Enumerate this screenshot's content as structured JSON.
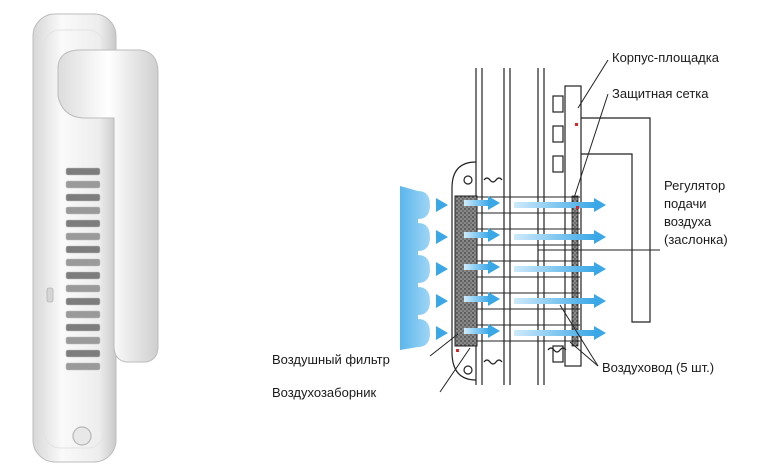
{
  "labels": {
    "housing": "Корпус-площадка",
    "mesh": "Защитная сетка",
    "regulator": [
      "Регулятор",
      "подачи",
      "воздуха",
      "(заслонка)"
    ],
    "filter": "Воздушный фильтр",
    "intake": "Воздухозаборник",
    "duct": "Воздуховод (5 шт.)"
  },
  "colors": {
    "air_flow": "#3aa7e6",
    "air_flow_light": "#a8daf6",
    "line": "#222222",
    "leader_red": "#d9262b",
    "handle_body": "#f2f2f2"
  },
  "photo": {
    "subject": "window-handle-with-vent-grille"
  },
  "diagram": {
    "duct_count": 5
  }
}
